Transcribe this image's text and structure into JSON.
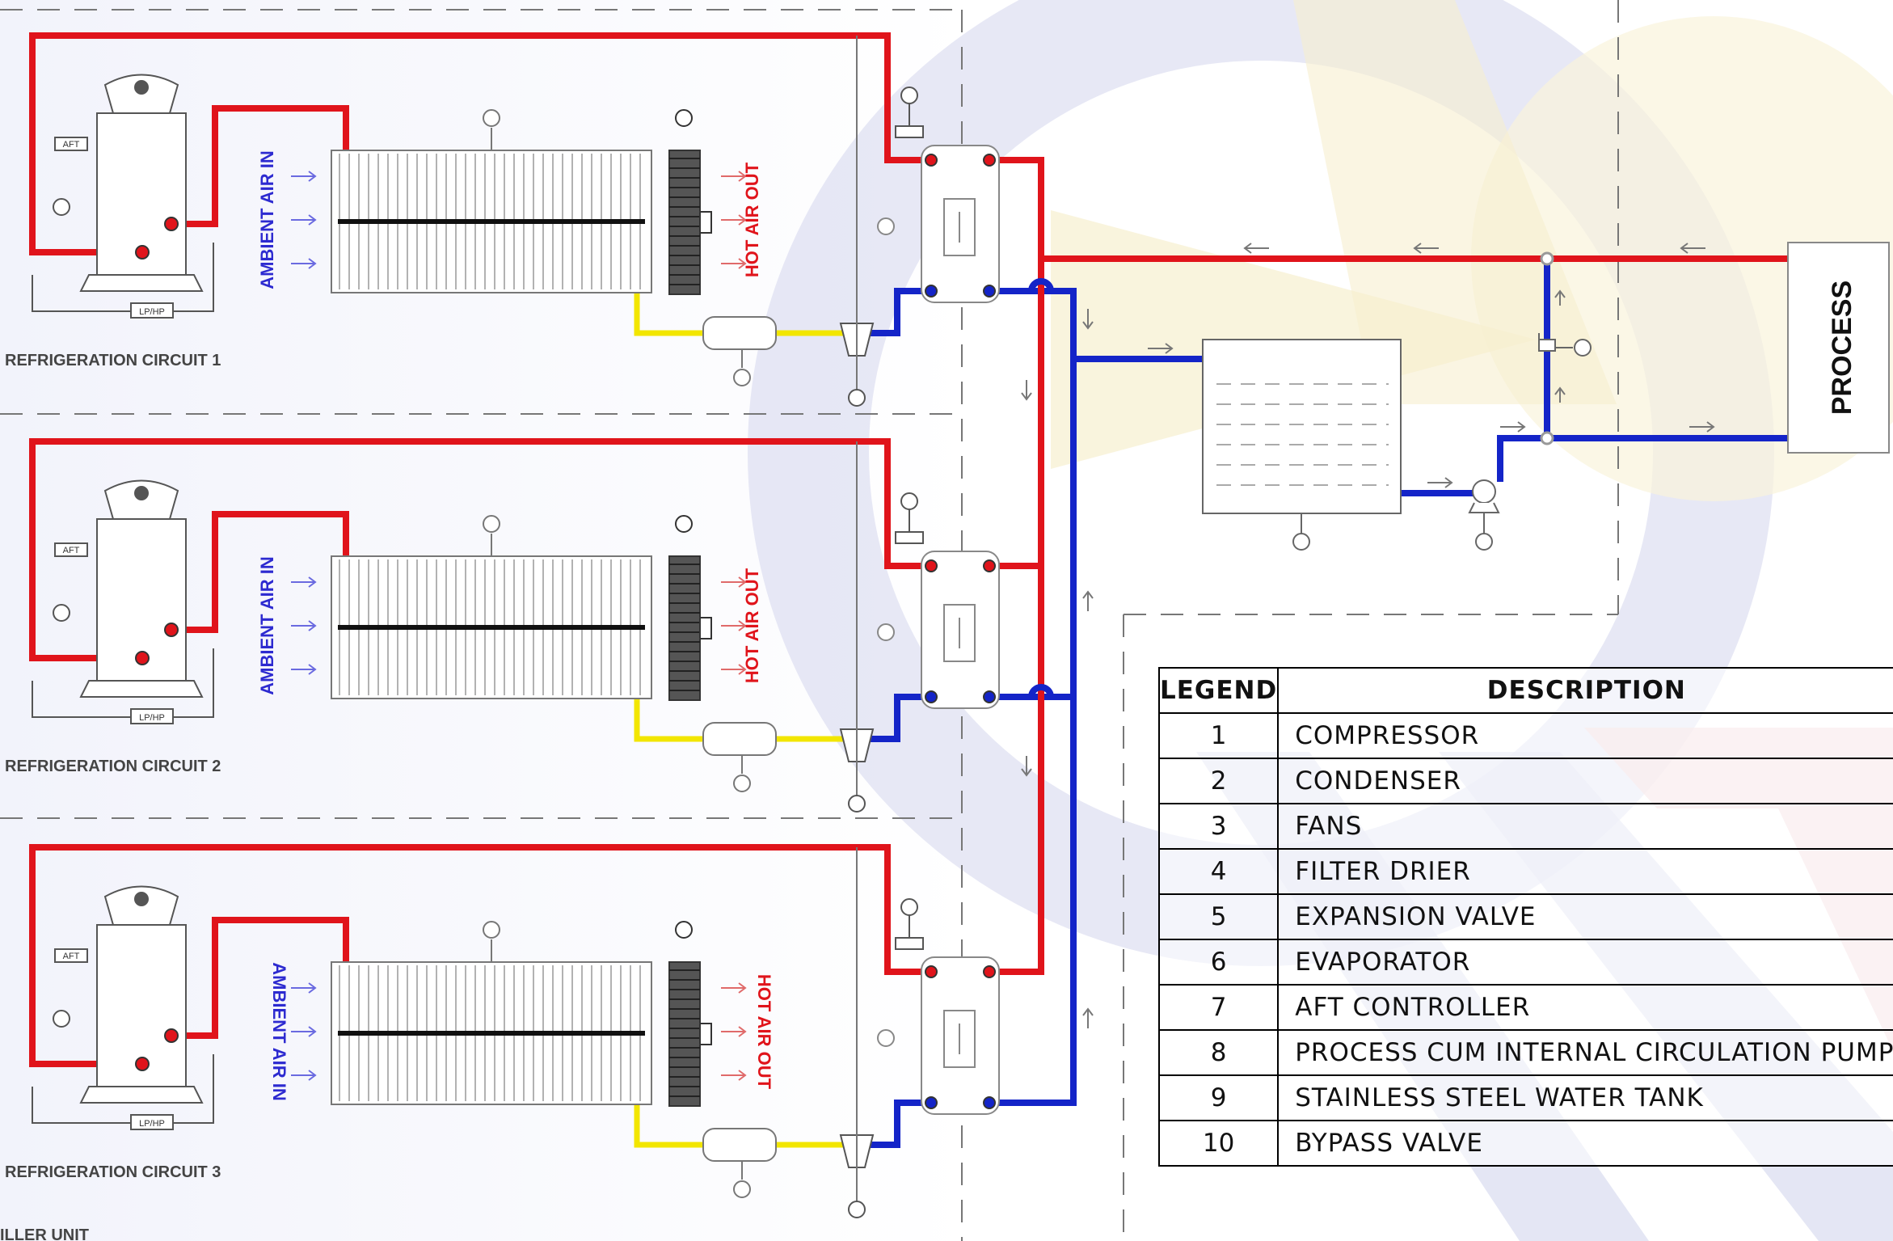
{
  "colors": {
    "hot_line": "#e0141b",
    "cold_line": "#1424c8",
    "liquid_line": "#f2e600",
    "equipment": "#555555",
    "ambient_text": "#2d2ad0",
    "hot_text": "#e0141b"
  },
  "circuits": [
    {
      "label": "REFRIGERATION CIRCUIT 1",
      "ambient_label": "AMBIENT AIR IN",
      "hot_label": "HOT AIR OUT"
    },
    {
      "label": "REFRIGERATION CIRCUIT 2",
      "ambient_label": "AMBIENT AIR IN",
      "hot_label": "HOT AIR OUT"
    },
    {
      "label": "REFRIGERATION CIRCUIT 3",
      "ambient_label": "AMBIENT AIR IN",
      "hot_label": "HOT AIR OUT"
    }
  ],
  "tags": {
    "aft": "AFT",
    "lp_hp": "LP/HP"
  },
  "bottom_label": "ILLER UNIT",
  "process_label": "PROCESS",
  "legend": {
    "header_num": "LEGEND",
    "header_desc": "DESCRIPTION",
    "rows": [
      {
        "num": "1",
        "desc": "COMPRESSOR"
      },
      {
        "num": "2",
        "desc": "CONDENSER"
      },
      {
        "num": "3",
        "desc": "FANS"
      },
      {
        "num": "4",
        "desc": "FILTER DRIER"
      },
      {
        "num": "5",
        "desc": "EXPANSION VALVE"
      },
      {
        "num": "6",
        "desc": "EVAPORATOR"
      },
      {
        "num": "7",
        "desc": "AFT CONTROLLER"
      },
      {
        "num": "8",
        "desc": "PROCESS CUM INTERNAL CIRCULATION PUMP"
      },
      {
        "num": "9",
        "desc": "STAINLESS STEEL WATER TANK"
      },
      {
        "num": "10",
        "desc": "BYPASS VALVE"
      }
    ]
  }
}
